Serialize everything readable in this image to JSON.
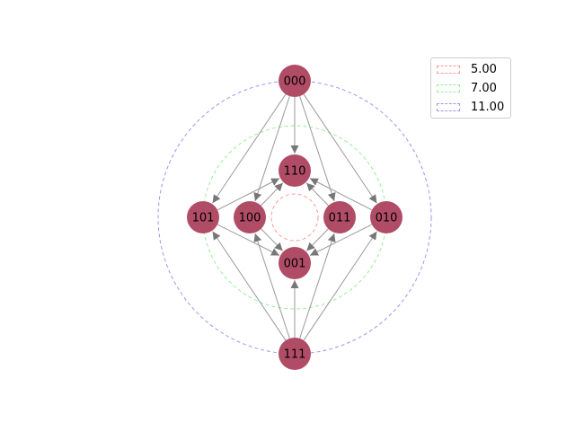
{
  "diagram": {
    "node_color": "#b14c66",
    "edge_color": "#999999",
    "arrow_color": "#777777",
    "nodes": [
      {
        "id": "000",
        "label": "000"
      },
      {
        "id": "110",
        "label": "110"
      },
      {
        "id": "101",
        "label": "101"
      },
      {
        "id": "100",
        "label": "100"
      },
      {
        "id": "011",
        "label": "011"
      },
      {
        "id": "010",
        "label": "010"
      },
      {
        "id": "001",
        "label": "001"
      },
      {
        "id": "111",
        "label": "111"
      }
    ],
    "edges": [
      {
        "from": "000",
        "to": "110"
      },
      {
        "from": "000",
        "to": "101"
      },
      {
        "from": "000",
        "to": "100"
      },
      {
        "from": "000",
        "to": "011"
      },
      {
        "from": "000",
        "to": "010"
      },
      {
        "from": "101",
        "to": "110"
      },
      {
        "from": "100",
        "to": "110"
      },
      {
        "from": "011",
        "to": "110"
      },
      {
        "from": "010",
        "to": "110"
      },
      {
        "from": "101",
        "to": "001"
      },
      {
        "from": "100",
        "to": "001"
      },
      {
        "from": "011",
        "to": "001"
      },
      {
        "from": "010",
        "to": "001"
      },
      {
        "from": "111",
        "to": "001"
      },
      {
        "from": "111",
        "to": "101"
      },
      {
        "from": "111",
        "to": "100"
      },
      {
        "from": "111",
        "to": "011"
      },
      {
        "from": "111",
        "to": "010"
      }
    ],
    "circles": [
      {
        "label": "5.00",
        "color": "#ff9999"
      },
      {
        "label": "7.00",
        "color": "#99ee99"
      },
      {
        "label": "11.00",
        "color": "#9999ee"
      }
    ]
  }
}
